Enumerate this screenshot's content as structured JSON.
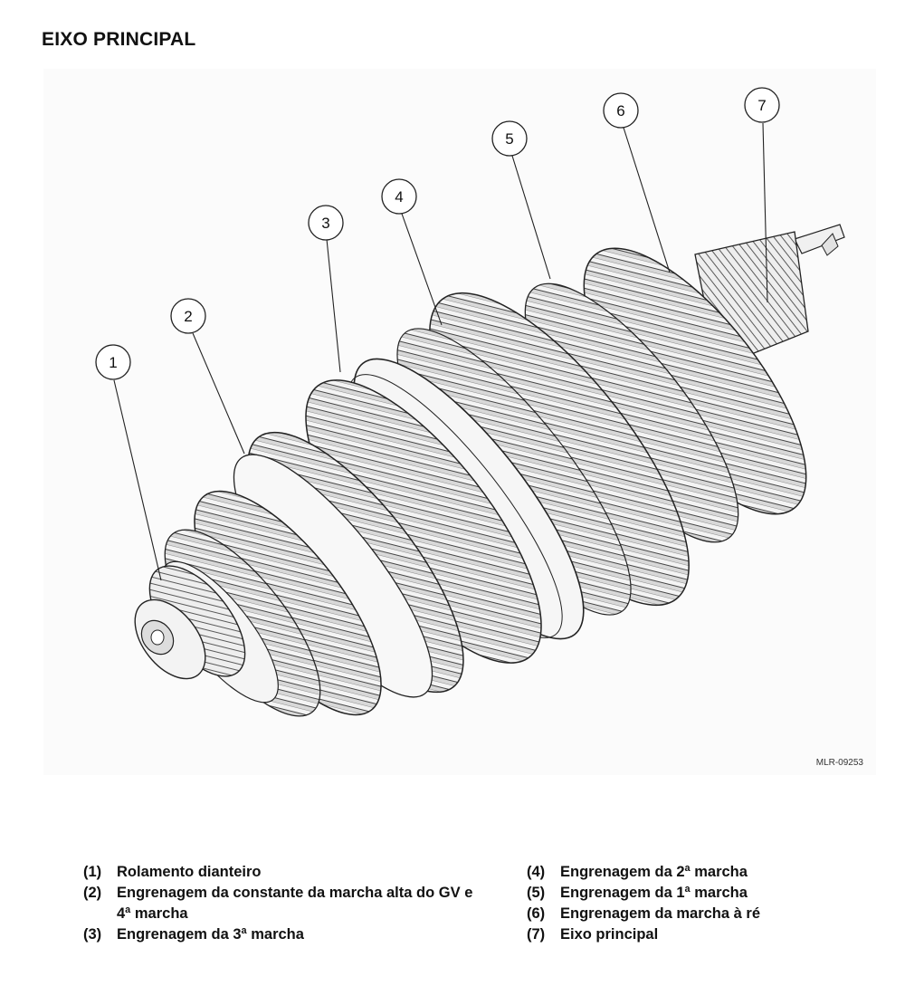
{
  "page": {
    "title": "EIXO PRINCIPAL"
  },
  "figure": {
    "code": "MLR-09253",
    "callouts": [
      "1",
      "2",
      "3",
      "4",
      "5",
      "6",
      "7"
    ]
  },
  "legend": {
    "left": [
      {
        "num": "(1)",
        "text": "Rolamento dianteiro"
      },
      {
        "num": "(2)",
        "text": "Engrenagem da constante da marcha alta do GV e 4ª marcha"
      },
      {
        "num": "(3)",
        "text": "Engrenagem da 3ª marcha"
      }
    ],
    "right": [
      {
        "num": "(4)",
        "text": "Engrenagem da 2ª marcha"
      },
      {
        "num": "(5)",
        "text": "Engrenagem da 1ª marcha"
      },
      {
        "num": "(6)",
        "text": "Engrenagem da marcha à ré"
      },
      {
        "num": "(7)",
        "text": "Eixo principal"
      }
    ]
  }
}
